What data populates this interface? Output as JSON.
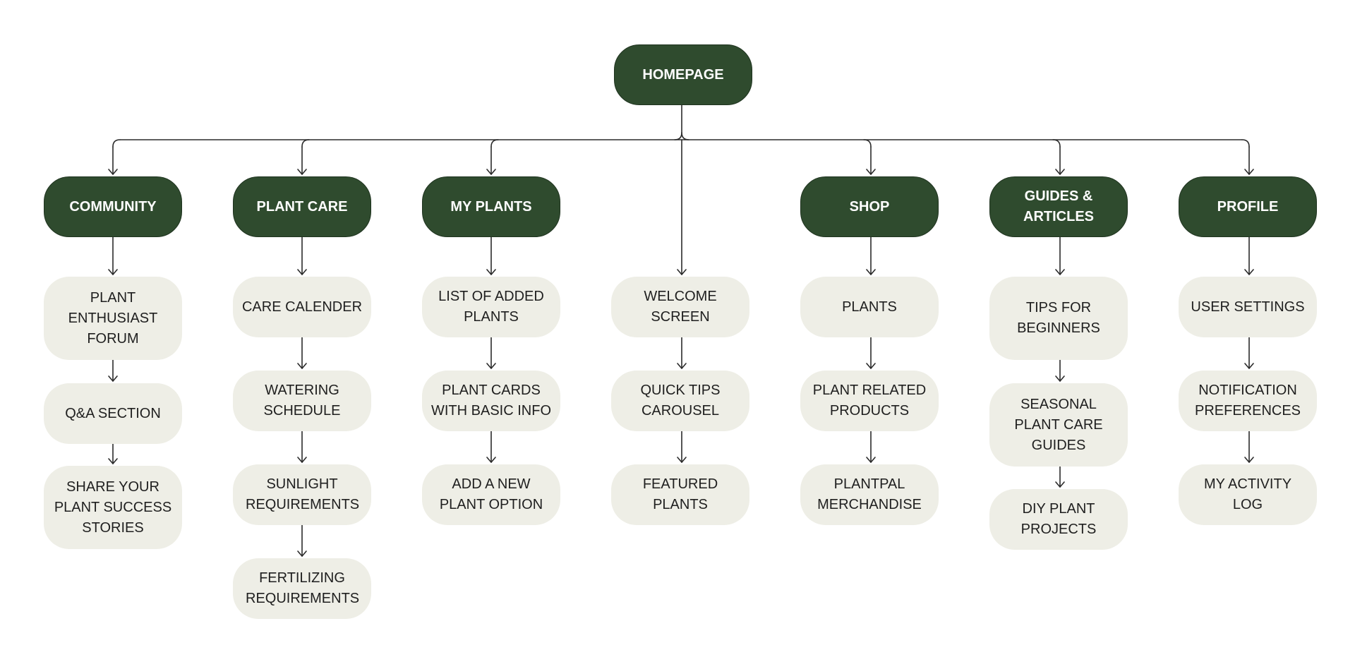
{
  "colors": {
    "primary_fill": "#2f4b2e",
    "primary_text": "#ffffff",
    "secondary_fill": "#eeeee6",
    "secondary_text": "#1f1f1f",
    "connector": "#2a2a2a",
    "background": "#ffffff"
  },
  "root": {
    "label": "HOMEPAGE"
  },
  "branches": [
    {
      "label": "COMMUNITY",
      "children": [
        "PLANT ENTHUSIAST FORUM",
        "Q&A SECTION",
        "SHARE YOUR PLANT SUCCESS STORIES"
      ]
    },
    {
      "label": "PLANT CARE",
      "children": [
        "CARE CALENDER",
        "WATERING SCHEDULE",
        "SUNLIGHT REQUIREMENTS",
        "FERTILIZING REQUIREMENTS"
      ]
    },
    {
      "label": "MY PLANTS",
      "children": [
        "LIST OF ADDED PLANTS",
        "PLANT CARDS WITH BASIC INFO",
        "ADD A NEW PLANT OPTION"
      ]
    },
    {
      "label": "",
      "children": [
        "WELCOME SCREEN",
        "QUICK TIPS CAROUSEL",
        "FEATURED PLANTS"
      ]
    },
    {
      "label": "SHOP",
      "children": [
        "PLANTS",
        "PLANT RELATED PRODUCTS",
        "PLANTPAL MERCHANDISE"
      ]
    },
    {
      "label": "GUIDES & ARTICLES",
      "children": [
        "TIPS FOR BEGINNERS",
        "SEASONAL PLANT CARE GUIDES",
        "DIY PLANT PROJECTS"
      ]
    },
    {
      "label": "PROFILE",
      "children": [
        "USER SETTINGS",
        "NOTIFICATION PREFERENCES",
        "MY ACTIVITY LOG"
      ]
    }
  ]
}
